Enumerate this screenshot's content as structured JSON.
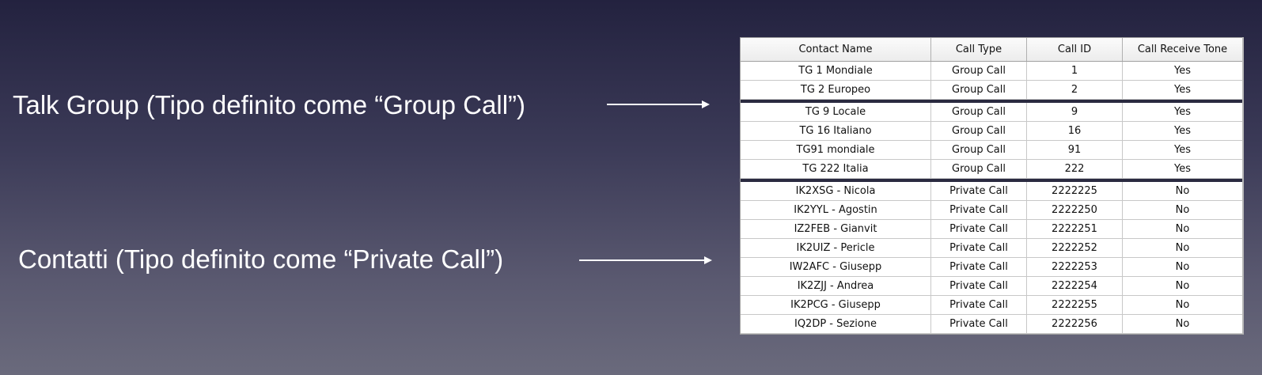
{
  "callouts": {
    "talk_group": "Talk Group (Tipo definito come “Group Call”)",
    "contacts": "Contatti (Tipo definito come “Private Call”)"
  },
  "table": {
    "columns": [
      "Contact Name",
      "Call Type",
      "Call ID",
      "Call Receive Tone"
    ],
    "groups": [
      {
        "rows": [
          [
            "TG 1 Mondiale",
            "Group Call",
            "1",
            "Yes"
          ],
          [
            "TG 2 Europeo",
            "Group Call",
            "2",
            "Yes"
          ]
        ]
      },
      {
        "rows": [
          [
            "TG 9 Locale",
            "Group Call",
            "9",
            "Yes"
          ],
          [
            "TG 16 Italiano",
            "Group Call",
            "16",
            "Yes"
          ],
          [
            "TG91 mondiale",
            "Group Call",
            "91",
            "Yes"
          ],
          [
            "TG 222 Italia",
            "Group Call",
            "222",
            "Yes"
          ]
        ]
      },
      {
        "rows": [
          [
            "IK2XSG - Nicola",
            "Private Call",
            "2222225",
            "No"
          ],
          [
            "IK2YYL - Agostin",
            "Private Call",
            "2222250",
            "No"
          ],
          [
            "IZ2FEB - Gianvit",
            "Private Call",
            "2222251",
            "No"
          ],
          [
            "IK2UIZ - Pericle",
            "Private Call",
            "2222252",
            "No"
          ],
          [
            "IW2AFC - Giusepp",
            "Private Call",
            "2222253",
            "No"
          ],
          [
            "IK2ZJJ - Andrea",
            "Private Call",
            "2222254",
            "No"
          ],
          [
            "IK2PCG - Giusepp",
            "Private Call",
            "2222255",
            "No"
          ],
          [
            "IQ2DP - Sezione",
            "Private Call",
            "2222256",
            "No"
          ]
        ]
      }
    ]
  }
}
